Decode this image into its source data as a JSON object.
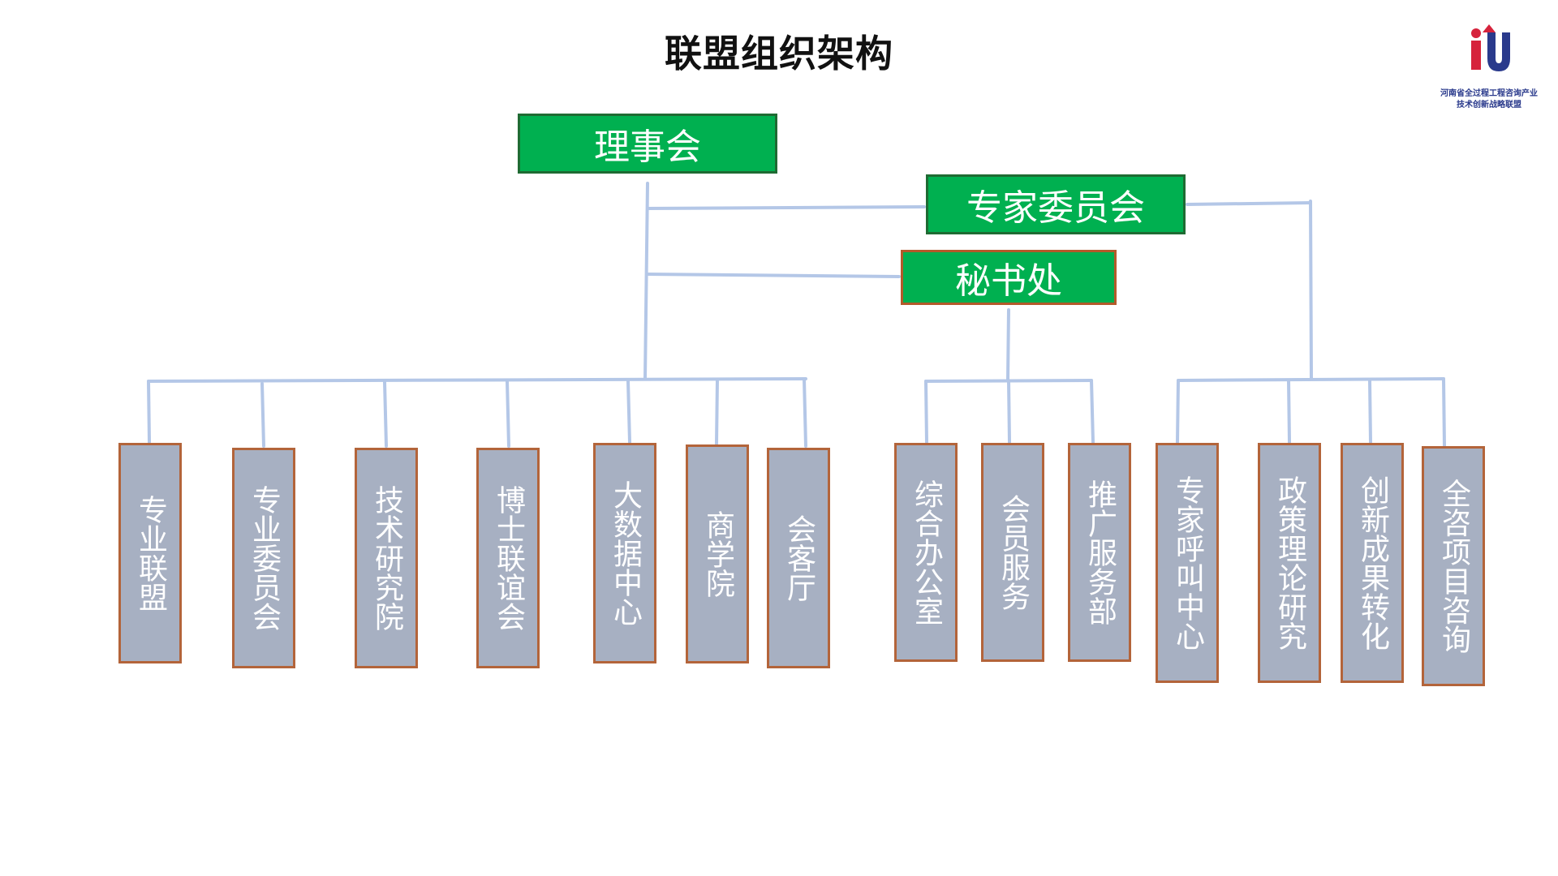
{
  "title": "联盟组织架构",
  "logo": {
    "line1": "河南省全过程工程咨询产业",
    "line2": "技术创新战略联盟"
  },
  "nodes": {
    "council": "理事会",
    "experts": "专家委员会",
    "secretariat": "秘书处"
  },
  "council_units": [
    "专业联盟",
    "专业委员会",
    "技术研究院",
    "博士联谊会",
    "大数据中心",
    "商学院",
    "会客厅"
  ],
  "secretariat_units": [
    "综合办公室",
    "会员服务",
    "推广服务部"
  ],
  "expert_units": [
    "专家呼叫中心",
    "政策理论研究",
    "创新成果转化",
    "全咨项目咨询"
  ],
  "colors": {
    "top_box_fill": "#00b050",
    "unit_fill": "#a7b0c2",
    "unit_border": "#b3643a",
    "connector": "#b4c7e7"
  }
}
